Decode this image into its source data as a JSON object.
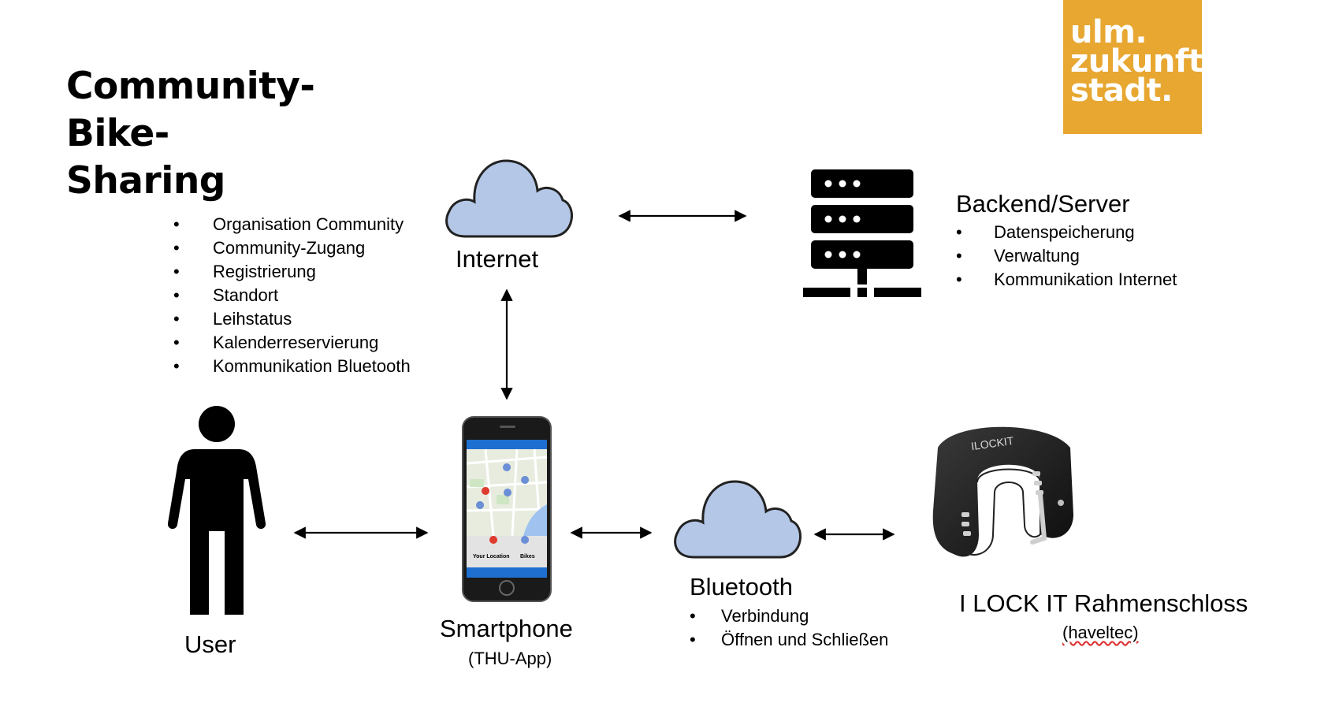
{
  "title": {
    "line1": "Community-Bike-",
    "line2": "Sharing"
  },
  "logo": {
    "line1": "ulm.",
    "line2": "zukunft.",
    "line3": "stadt.",
    "color": "#e7a731"
  },
  "app_features": [
    "Organisation Community",
    "Community-Zugang",
    "Registrierung",
    "Standort",
    "Leihstatus",
    "Kalenderreservierung",
    "Kommunikation Bluetooth"
  ],
  "nodes": {
    "internet": {
      "label": "Internet",
      "icon": "cloud-icon",
      "color": "#b4c7e7"
    },
    "server": {
      "label": "Backend/Server",
      "icon": "server-icon",
      "features": [
        "Datenspeicherung",
        "Verwaltung",
        "Kommunikation Internet"
      ]
    },
    "user": {
      "label": "User",
      "icon": "person-icon"
    },
    "smartphone": {
      "label": "Smartphone",
      "sublabel": "(THU-App)",
      "icon": "smartphone-icon"
    },
    "bluetooth": {
      "label": "Bluetooth",
      "icon": "cloud-icon",
      "features": [
        "Verbindung",
        "Öffnen und Schließen"
      ]
    },
    "lock": {
      "label": "I LOCK IT Rahmenschloss",
      "sublabel": "(haveltec)",
      "icon": "frame-lock-icon"
    }
  },
  "phone_screen": {
    "btn_location": "Your Location",
    "btn_bikes": "Bikes",
    "accent": "#1e6fd0"
  },
  "lock_brand": "ILOCKIT"
}
